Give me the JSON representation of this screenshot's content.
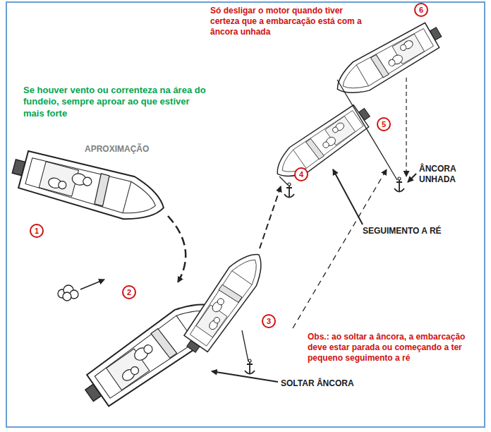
{
  "diagram": {
    "nodes": [
      {
        "text": [
          "1"
        ]
      },
      {
        "text": [
          "2"
        ]
      },
      {
        "text": [
          "3"
        ]
      },
      {
        "text": [
          "4"
        ]
      },
      {
        "text": [
          "5"
        ]
      },
      {
        "text": [
          "6"
        ]
      }
    ],
    "labels": [
      "Só desligar o motor quando tiver certeza que a embarcação está com a âncora unhada",
      "Se houver vento ou correnteza na área do fundeio, sempre aproar ao que estiver mais forte",
      "APROXIMAÇÃO",
      "ÂNCORA UNHADA",
      "SEGUIMENTO A RÉ",
      "Obs.: ao soltar a âncora, a embarcação deve estar parada ou começando a ter pequeno seguimento a ré",
      "SOLTAR ÂNCORA"
    ]
  }
}
